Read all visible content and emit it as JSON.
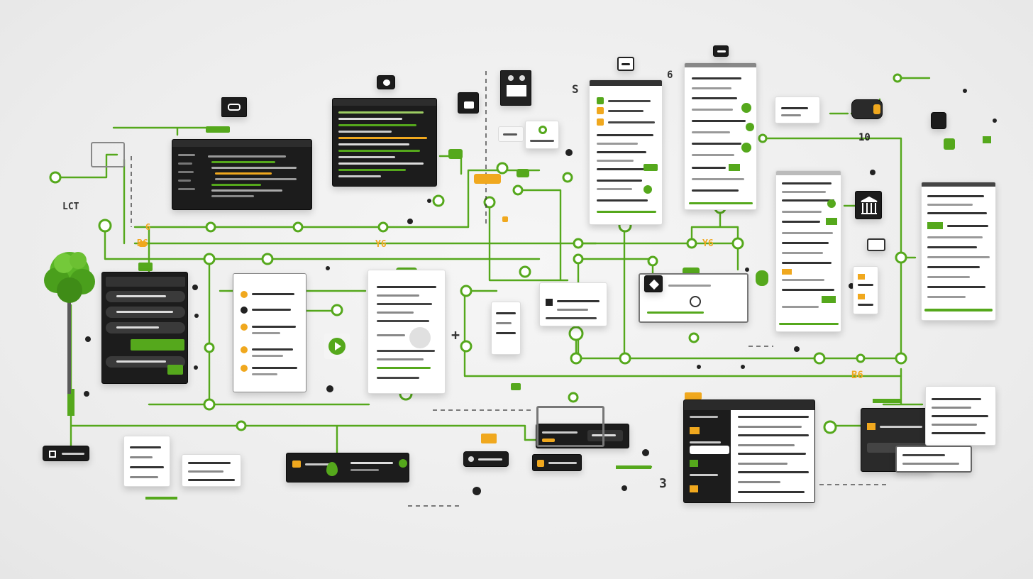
{
  "colors": {
    "accent": "#55a81c",
    "accent_dark": "#3b7f0e",
    "warning": "#f0a81e",
    "dark": "#1c1c1c",
    "light": "#ffffff",
    "background": "#ececec",
    "line": "#444444"
  },
  "labels": {
    "top_right_counter": "10",
    "mid_label_a": "Y6",
    "mid_label_b": "Y6",
    "mid_label_c": "B6",
    "left_label": "B6",
    "left_label_b": "6",
    "left_code": "LCT",
    "top_symbol_a": "S",
    "top_symbol_b": "6",
    "bottom_symbol": "3",
    "plus_symbol": "+"
  },
  "panels": [
    {
      "name": "code-editor-window",
      "theme": "dark",
      "icon": "terminal-icon"
    },
    {
      "name": "terminal-window",
      "theme": "dark",
      "icon": "terminal-icon"
    },
    {
      "name": "left-dark-list-panel",
      "theme": "dark",
      "icon": "list-icon"
    },
    {
      "name": "settings-list-card",
      "theme": "light",
      "icon": "list-icon"
    },
    {
      "name": "document-card",
      "theme": "light",
      "icon": "document-icon"
    },
    {
      "name": "top-form-column-a",
      "theme": "light",
      "icon": "form-icon"
    },
    {
      "name": "top-form-column-b",
      "theme": "light",
      "icon": "form-icon"
    },
    {
      "name": "right-tall-list",
      "theme": "light",
      "icon": "list-icon"
    },
    {
      "name": "far-right-dashboard",
      "theme": "light",
      "icon": "chart-icon"
    },
    {
      "name": "center-dialog",
      "theme": "light",
      "icon": "dialog-icon"
    },
    {
      "name": "bottom-table-window",
      "theme": "dark",
      "icon": "table-icon"
    },
    {
      "name": "bottom-right-stack",
      "theme": "dark",
      "icon": "stack-icon"
    }
  ],
  "icons": [
    "tree-icon",
    "gear-icon",
    "bank-icon",
    "lock-icon",
    "chat-icon",
    "drop-icon",
    "cloud-icon",
    "link-icon",
    "play-icon",
    "database-icon"
  ]
}
